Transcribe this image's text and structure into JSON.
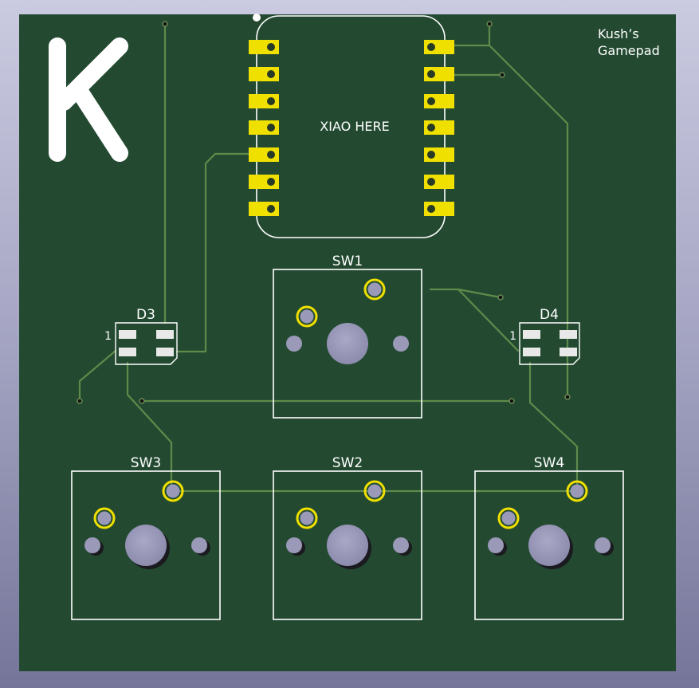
{
  "board": {
    "logo_letter": "K",
    "title_line1": "Kush’s",
    "title_line2": "Gamepad",
    "mcu_label": "XIAO HERE",
    "pin1_marker": "1"
  },
  "components": {
    "sw1": "SW1",
    "sw2": "SW2",
    "sw3": "SW3",
    "sw4": "SW4",
    "d3": "D3",
    "d4": "D4"
  },
  "colors": {
    "board": "#234a31",
    "copper_trace": "#5f8a4a",
    "pad_gold": "#f0e000",
    "silkscreen": "#ffffff",
    "hole": "#9a99b8",
    "background_top": "#cacae0",
    "background_bottom": "#75759a"
  }
}
